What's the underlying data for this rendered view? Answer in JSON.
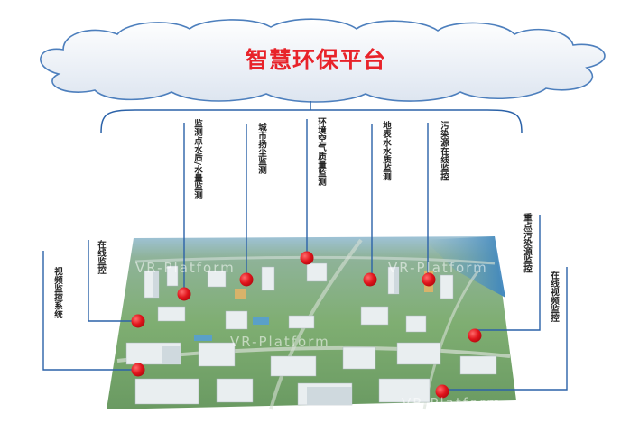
{
  "title": "智慧环保平台",
  "watermark": "VR-Platform",
  "labels": {
    "l1": "监测点水质/水量监测",
    "l2": "城市扬尘监测",
    "l3": "环境空气质量监测",
    "l4": "地表水水质监测",
    "l5": "污染源在线监控",
    "l6": "重点污染源监控",
    "l7": "在线监控",
    "l8": "在线视频监控",
    "l9": "视频监控系统"
  },
  "colors": {
    "title": "#e8232a",
    "marker": "#e0141b",
    "line": "#2b62a8",
    "cloud_border": "#4d7fbd"
  }
}
